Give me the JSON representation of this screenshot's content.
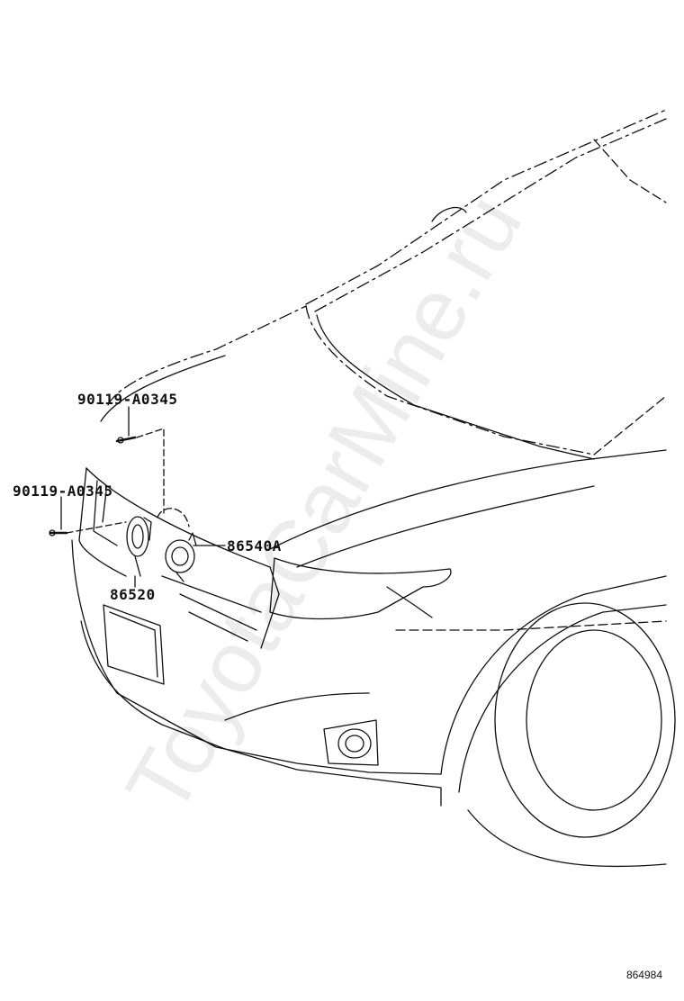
{
  "diagram": {
    "figure_number": "864984",
    "watermark": "ToyotaCarMine.ru",
    "labels": {
      "bolt_upper": "90119-A0345",
      "bolt_lower": "90119-A0345",
      "horn_high": "86540A",
      "horn_low": "86520"
    }
  }
}
